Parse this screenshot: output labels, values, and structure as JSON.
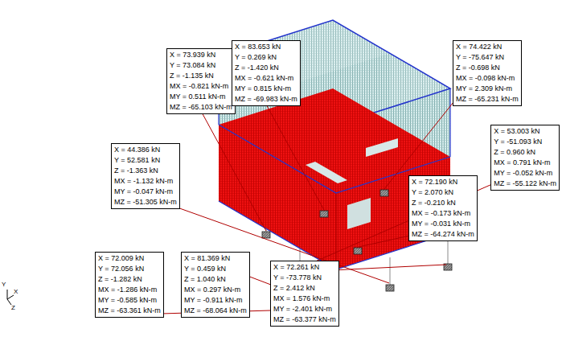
{
  "diagram": {
    "nodes": [
      {
        "text": [
          "X = 73.939 kN",
          "Y = 73.084 kN",
          "Z = -1.135 kN",
          "MX = -0.821 kN-m",
          "MY = 0.511 kN-m",
          "MZ = -65.103 kN-m"
        ]
      },
      {
        "text": [
          "X = 83.653 kN",
          "Y = 0.269 kN",
          "Z = -1.420 kN",
          "MX = -0.621 kN-m",
          "MY = 0.815 kN-m",
          "MZ = -69.983 kN-m"
        ]
      },
      {
        "text": [
          "X = 74.422 kN",
          "Y = -75.647 kN",
          "Z = -0.698 kN",
          "MX = -0.098 kN-m",
          "MY = 2.309 kN-m",
          "MZ = -65.231 kN-m"
        ]
      },
      {
        "text": [
          "X = 44.386 kN",
          "Y = 52.581 kN",
          "Z = -1.363 kN",
          "MX = -1.132 kN-m",
          "MY = -0.047 kN-m",
          "MZ = -51.305 kN-m"
        ]
      },
      {
        "text": [
          "X = 53.003 kN",
          "Y = -51.093 kN",
          "Z = 0.960 kN",
          "MX = 0.791 kN-m",
          "MY = -0.052 kN-m",
          "MZ = -55.122 kN-m"
        ]
      },
      {
        "text": [
          "X = 72.190 kN",
          "Y = 2.070 kN",
          "Z = -0.210 kN",
          "MX = -0.173 kN-m",
          "MY = -0.031 kN-m",
          "MZ = -64.274 kN-m"
        ]
      },
      {
        "text": [
          "X = 72.009 kN",
          "Y = 72.056 kN",
          "Z = -1.282 kN",
          "MX = -1.286 kN-m",
          "MY = -0.585 kN-m",
          "MZ = -63.361 kN-m"
        ]
      },
      {
        "text": [
          "X = 81.369 kN",
          "Y = 0.459 kN",
          "Z = 1.040 kN",
          "MX = 0.297 kN-m",
          "MY = -0.911 kN-m",
          "MZ = -68.064 kN-m"
        ]
      },
      {
        "text": [
          "X = 72.261 kN",
          "Y = -73.778 kN",
          "Z = 2.412 kN",
          "MX = 1.576 kN-m",
          "MY = -2.401 kN-m",
          "MZ = -63.377 kN-m"
        ]
      }
    ],
    "labels": [
      "Y",
      "X",
      "Z"
    ]
  }
}
